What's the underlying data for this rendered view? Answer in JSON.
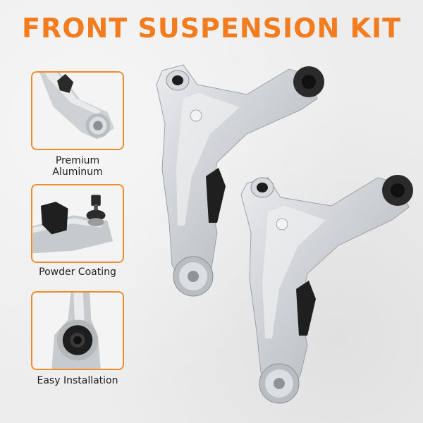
{
  "title": "FRONT SUSPENSION KIT",
  "features": [
    {
      "label_line1": "Premium",
      "label_line2": "Aluminum",
      "icon": "aluminum-arm-closeup"
    },
    {
      "label": "Powder Coating",
      "icon": "ball-joint-closeup"
    },
    {
      "label": "Easy Installation",
      "icon": "bushing-closeup"
    }
  ],
  "colors": {
    "accent": "#f37c1f",
    "card_border": "#f08a2c",
    "background": "#ededed",
    "label_text": "#1d1d1d"
  }
}
